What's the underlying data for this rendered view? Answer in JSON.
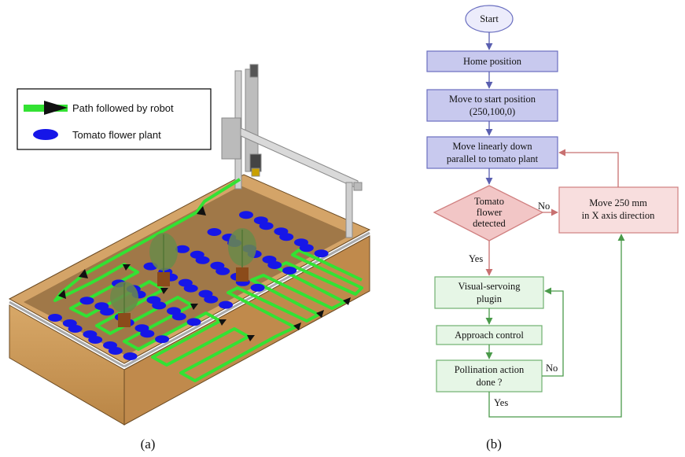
{
  "legend": {
    "path_label": "Path followed by robot",
    "plant_label": "Tomato flower plant"
  },
  "flowchart": {
    "start": "Start",
    "home": "Home position",
    "move_start_1": "Move to start position",
    "move_start_2": "(250,100,0)",
    "move_down_1": "Move linearly down",
    "move_down_2": "parallel to tomato plant",
    "decision_1": "Tomato",
    "decision_2": "flower",
    "decision_3": "detected",
    "move_x_1": "Move 250 mm",
    "move_x_2": "in X axis direction",
    "no_label": "No",
    "yes_label": "Yes",
    "visual_1": "Visual-servoing",
    "visual_2": "plugin",
    "approach": "Approach control",
    "pollination_1": "Pollination action",
    "pollination_2": "done ?",
    "no_label_2": "No",
    "yes_label_2": "Yes"
  },
  "captions": {
    "a": "(a)",
    "b": "(b)"
  },
  "colors": {
    "path_green": "#33e233",
    "plant_blue": "#1616e8",
    "soil": "#a07848",
    "wood": "#c9955a",
    "process_fill": "#c8c9ee",
    "process_stroke": "#6a6fc0",
    "decision_fill": "#f2c6c6",
    "decision_stroke": "#d08080",
    "green_fill": "#e6f6e6",
    "green_stroke": "#70b070"
  }
}
